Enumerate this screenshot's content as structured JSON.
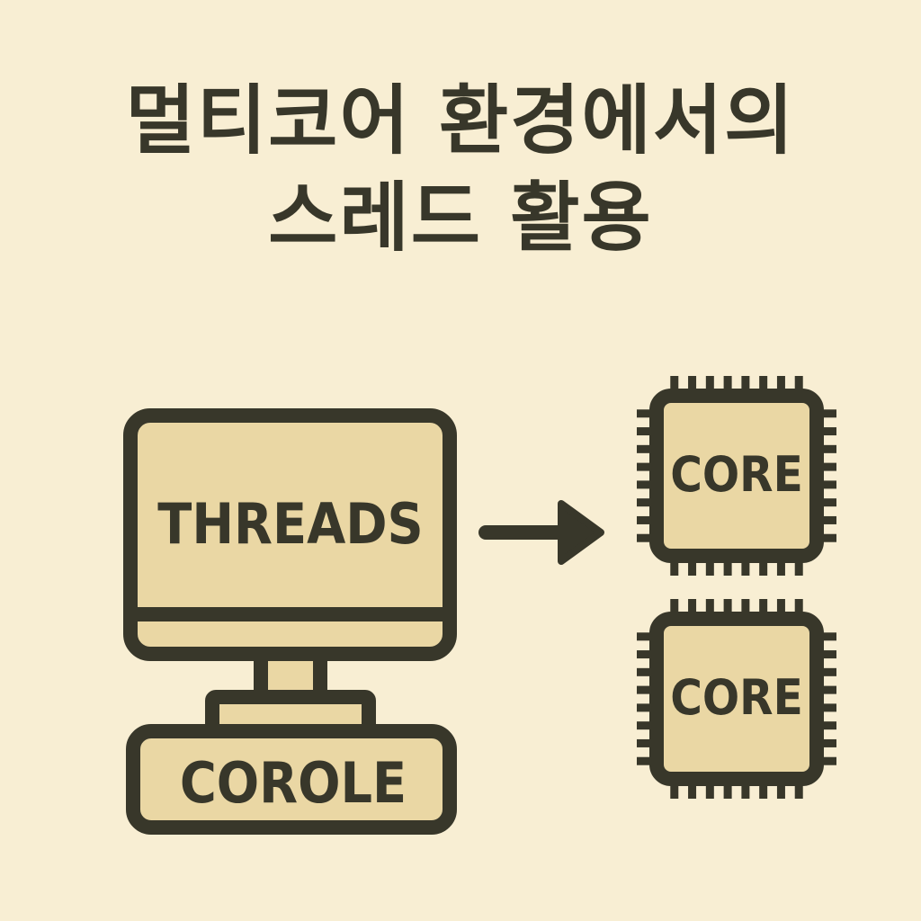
{
  "title": {
    "line1": "멀티코어 환경에서의",
    "line2": "스레드 활용"
  },
  "computer": {
    "screen_label": "THREADS",
    "base_label": "COROLE"
  },
  "cores": [
    {
      "label": "CORE"
    },
    {
      "label": "CORE"
    }
  ],
  "colors": {
    "background": "#f8eed3",
    "fill": "#ead7a4",
    "outline": "#38372a"
  }
}
